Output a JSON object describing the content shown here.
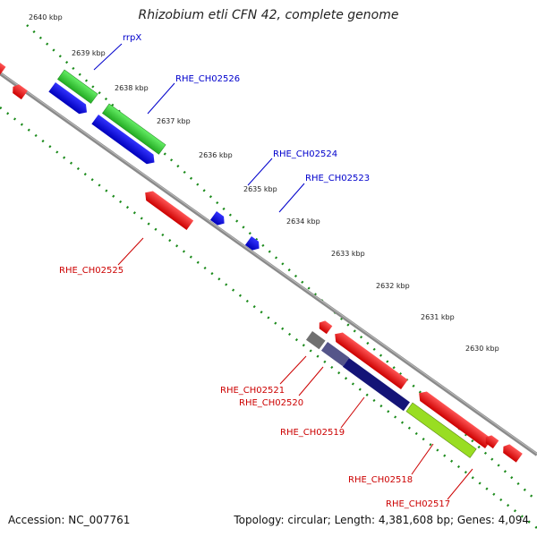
{
  "title": "Rhizobium etli CFN 42, complete genome",
  "footer": {
    "accession": "Accession: NC_007761",
    "topology": "Topology: circular; Length: 4,381,608 bp; Genes: 4,094"
  },
  "ticks": [
    "2640 kbp",
    "2639 kbp",
    "2638 kbp",
    "2637 kbp",
    "2636 kbp",
    "2635 kbp",
    "2634 kbp",
    "2633 kbp",
    "2632 kbp",
    "2631 kbp",
    "2630 kbp"
  ],
  "gene_labels": [
    {
      "name": "rrpX",
      "strand": "forward",
      "color": "#0000cc"
    },
    {
      "name": "RHE_CH02526",
      "strand": "forward",
      "color": "#0000cc"
    },
    {
      "name": "RHE_CH02524",
      "strand": "forward",
      "color": "#0000cc"
    },
    {
      "name": "RHE_CH02523",
      "strand": "forward",
      "color": "#0000cc"
    },
    {
      "name": "RHE_CH02525",
      "strand": "reverse",
      "color": "#cc0000"
    },
    {
      "name": "RHE_CH02521",
      "strand": "reverse",
      "color": "#cc0000"
    },
    {
      "name": "RHE_CH02520",
      "strand": "reverse",
      "color": "#cc0000"
    },
    {
      "name": "RHE_CH02519",
      "strand": "reverse",
      "color": "#cc0000"
    },
    {
      "name": "RHE_CH02518",
      "strand": "reverse",
      "color": "#cc0000"
    },
    {
      "name": "RHE_CH02517",
      "strand": "reverse",
      "color": "#cc0000"
    }
  ],
  "colors": {
    "backbone": "#8a8a8a",
    "forward_cds": "#1a1aee",
    "reverse_cds": "#ee1111",
    "rna": "#33cc33",
    "dotted_ring": "#1a8a1a",
    "gray_feature": "#707070",
    "slate_feature": "#55558a",
    "navy_feature": "#141477",
    "lime_feature": "#99dd22"
  }
}
